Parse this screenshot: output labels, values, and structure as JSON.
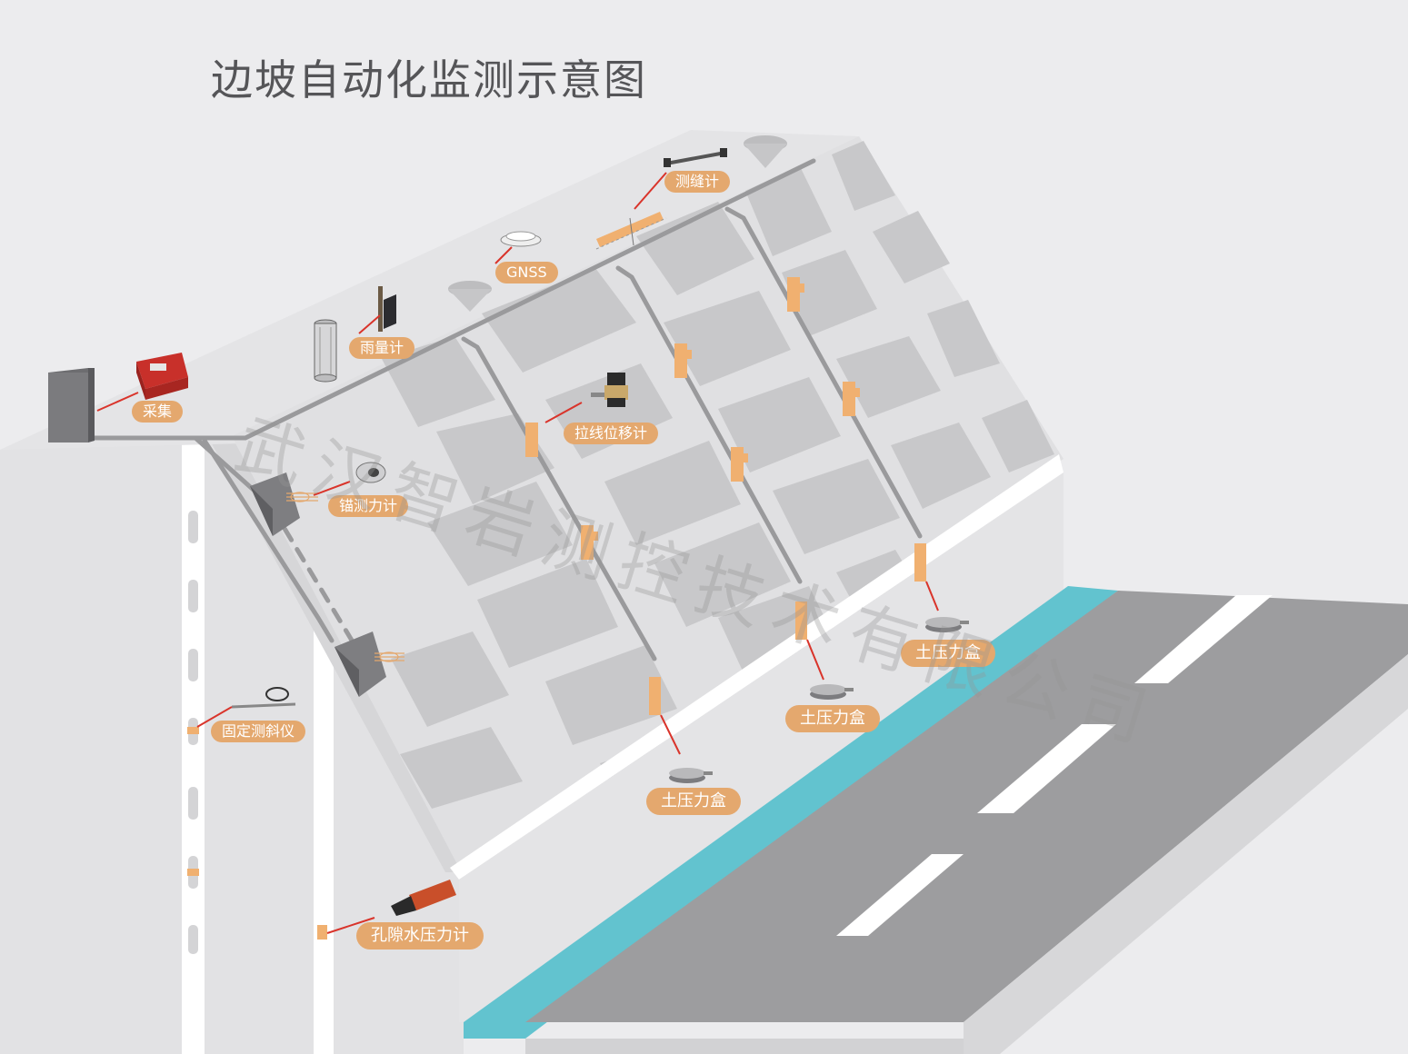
{
  "title": "边坡自动化监测示意图",
  "watermark": "武汉智岩测控技术有限公司",
  "labels": {
    "collector": "采集",
    "rain_gauge": "雨量计",
    "gnss": "GNSS",
    "crack_meter": "测缝计",
    "wire_displacement": "拉线位移计",
    "anchor_force": "锚测力计",
    "fixed_inclinometer": "固定测斜仪",
    "pore_pressure": "孔隙水压力计",
    "earth_pressure_1": "土压力盒",
    "earth_pressure_2": "土压力盒",
    "earth_pressure_3": "土压力盒"
  },
  "colors": {
    "background": "#ececee",
    "slope_face": "#e0e0e2",
    "slope_block": "#c8c8ca",
    "cable": "#9a9a9c",
    "tag": "#e4a86e",
    "sensor_marker": "#f0b070",
    "leader_line": "#d9342b",
    "drain": "#62c3cf",
    "road": "#9d9d9f",
    "road_marking": "#ffffff"
  }
}
